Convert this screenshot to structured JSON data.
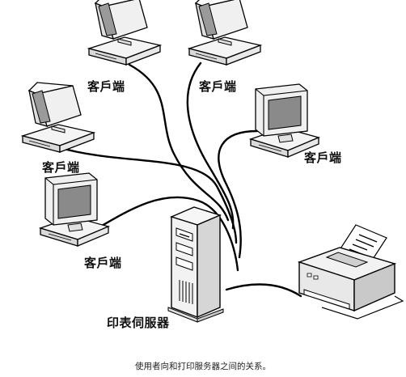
{
  "labels": {
    "client_top_left": "客戶端",
    "client_top_mid": "客戶端",
    "client_left": "客戶端",
    "client_right": "客戶端",
    "client_bottom_left": "客戶端",
    "server": "印表伺服器"
  },
  "caption": "使用者向和打印服务器之间的关系。",
  "colors": {
    "line": "#000000",
    "monitor_body": "#f2f2f2",
    "screen": "#8a8a8a",
    "shadow": "#c8c8c8"
  },
  "icons": [
    "computer-icon",
    "server-tower-icon",
    "printer-icon"
  ]
}
